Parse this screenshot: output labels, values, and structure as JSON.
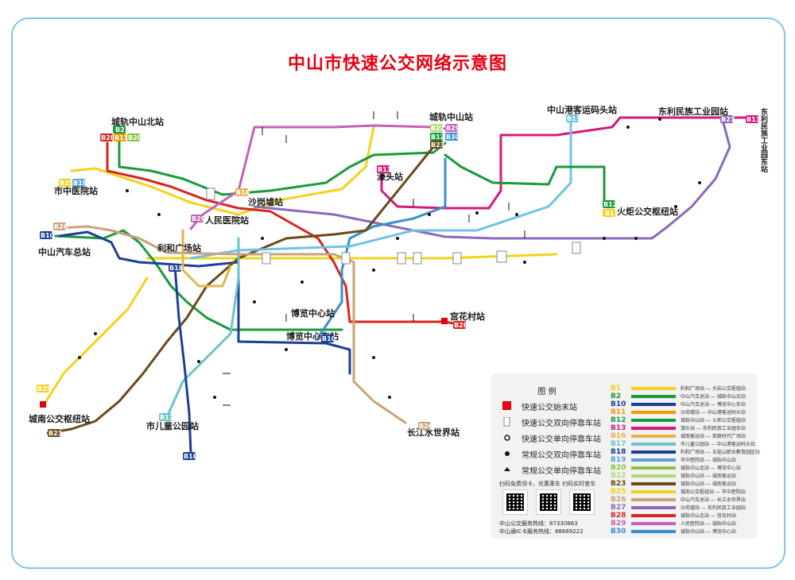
{
  "title": "中山市快速公交网络示意图",
  "colors": {
    "title": "#e60012",
    "border": "#7ec6e6"
  },
  "stations": [
    {
      "id": "s1",
      "label": "城轨中山北站"
    },
    {
      "id": "s2",
      "label": "市中医院站"
    },
    {
      "id": "s3",
      "label": "中山汽车总站"
    },
    {
      "id": "s4",
      "label": "利和广场站"
    },
    {
      "id": "s5",
      "label": "人民医院站"
    },
    {
      "id": "s6",
      "label": "沙岗墟站"
    },
    {
      "id": "s7",
      "label": "濠头站"
    },
    {
      "id": "s8",
      "label": "城轨中山站"
    },
    {
      "id": "s9",
      "label": "博览中心站"
    },
    {
      "id": "s10",
      "label": "博览中心东站"
    },
    {
      "id": "s11",
      "label": "宫花村站"
    },
    {
      "id": "s12",
      "label": "长江水世界站"
    },
    {
      "id": "s13",
      "label": "市儿童公园站"
    },
    {
      "id": "s14",
      "label": "城南公交枢纽站"
    },
    {
      "id": "s15",
      "label": "中山港客运码头站"
    },
    {
      "id": "s16",
      "label": "东利民族工业园站"
    },
    {
      "id": "s17",
      "label": "东利民族工业园东站"
    },
    {
      "id": "s18",
      "label": "火炬公交枢纽站"
    }
  ],
  "badges": [
    {
      "id": "b1",
      "code": "B2",
      "color": "#1a9a3a"
    },
    {
      "id": "b2",
      "code": "B28",
      "color": "#d7261f"
    },
    {
      "id": "b3",
      "code": "B11",
      "color": "#f39800"
    },
    {
      "id": "b4",
      "code": "B20",
      "color": "#8ac33b"
    },
    {
      "id": "b5",
      "code": "B25",
      "color": "#f2d21b"
    },
    {
      "id": "b6",
      "code": "B19",
      "color": "#5aa0d8"
    },
    {
      "id": "b7",
      "code": "B26",
      "color": "#c9a27a"
    },
    {
      "id": "b8",
      "code": "B10",
      "color": "#1c3f95"
    },
    {
      "id": "b9",
      "code": "B18",
      "color": "#1c3f95"
    },
    {
      "id": "b10",
      "code": "B29",
      "color": "#c362b9"
    },
    {
      "id": "b11",
      "code": "B16",
      "color": "#e2b54a"
    },
    {
      "id": "b12",
      "code": "B13",
      "color": "#d6197c"
    },
    {
      "id": "b13",
      "code": "B23",
      "color": "#6b4a1a"
    },
    {
      "id": "b14",
      "code": "B30",
      "color": "#3a8dcf"
    },
    {
      "id": "b15",
      "code": "B12",
      "color": "#1a9a3a"
    },
    {
      "id": "b16",
      "code": "B29",
      "color": "#c362b9"
    },
    {
      "id": "b17",
      "code": "B22",
      "color": "#b3d87a"
    },
    {
      "id": "b18",
      "code": "B10",
      "color": "#1c3f95"
    },
    {
      "id": "b19",
      "code": "B28",
      "color": "#d7261f"
    },
    {
      "id": "b20",
      "code": "B26",
      "color": "#c9a27a"
    },
    {
      "id": "b21",
      "code": "B17",
      "color": "#6cc3c9"
    },
    {
      "id": "b22",
      "code": "B18",
      "color": "#1c3f95"
    },
    {
      "id": "b23",
      "code": "B25",
      "color": "#f2d21b"
    },
    {
      "id": "b24",
      "code": "B23",
      "color": "#6b4a1a"
    },
    {
      "id": "b25",
      "code": "B11",
      "color": "#6cc3e6"
    },
    {
      "id": "b26",
      "code": "B27",
      "color": "#8a6ab8"
    },
    {
      "id": "b27",
      "code": "B13",
      "color": "#d6197c"
    },
    {
      "id": "b28",
      "code": "B12",
      "color": "#1a9a3a"
    },
    {
      "id": "b29",
      "code": "B1",
      "color": "#f2d21b"
    }
  ],
  "legend": {
    "heading": "图 例",
    "symbols": [
      {
        "label": "快速公交始末站"
      },
      {
        "label": "快速公交双向停靠车站"
      },
      {
        "label": "快速公交单向停靠车站"
      },
      {
        "label": "常规公交双向停靠车站"
      },
      {
        "label": "常规公交单向停靠车站"
      }
    ],
    "lines": [
      {
        "code": "B1",
        "color": "#f2d21b",
        "route": "利和广场站 — 大岩公交枢纽站"
      },
      {
        "code": "B2",
        "color": "#1a9a3a",
        "route": "中山汽车总站 — 城轨中山北站"
      },
      {
        "code": "B10",
        "color": "#1c3f95",
        "route": "中山汽车总站 — 博览中心东站"
      },
      {
        "code": "B11",
        "color": "#f39800",
        "route": "沙岗墟站 — 中山港客运码头站"
      },
      {
        "code": "B12",
        "color": "#1a9a3a",
        "route": "城轨中山站 — 火炬公交枢纽站"
      },
      {
        "code": "B13",
        "color": "#d6197c",
        "route": "濠头站 — 东利民族工业园东站"
      },
      {
        "code": "B16",
        "color": "#e2b54a",
        "route": "城南客运站 — 英联时代广场站"
      },
      {
        "code": "B17",
        "color": "#6cc3c9",
        "route": "市儿童公园站 — 中山港客运码头站"
      },
      {
        "code": "B18",
        "color": "#1c3f95",
        "route": "利和广场站 — 五桂山职业教育园区站"
      },
      {
        "code": "B19",
        "color": "#5aa0d8",
        "route": "市中医院站 — 城轨中山站"
      },
      {
        "code": "B20",
        "color": "#8ac33b",
        "route": "城轨中山北站 — 博览中心站"
      },
      {
        "code": "B22",
        "color": "#b3d87a",
        "route": "城轨中山站 — 城南客运站"
      },
      {
        "code": "B23",
        "color": "#6b4a1a",
        "route": "城轨中山站 — 城南客运站"
      },
      {
        "code": "B25",
        "color": "#f2d21b",
        "route": "城南公交枢纽站 — 市中医院站"
      },
      {
        "code": "B26",
        "color": "#c9a27a",
        "route": "中山汽车总站 — 长江水世界站"
      },
      {
        "code": "B27",
        "color": "#8a6ab8",
        "route": "沙岗墟站 — 东利民族工业园站"
      },
      {
        "code": "B28",
        "color": "#d7261f",
        "route": "城轨中山北站 — 宫花村站"
      },
      {
        "code": "B29",
        "color": "#c362b9",
        "route": "人民医院站 — 城轨中山站"
      },
      {
        "code": "B30",
        "color": "#3a8dcf",
        "route": "城轨中山站 — 博览中心站"
      }
    ],
    "qr_note": "扫码免费领卡，优惠乘车    扫码实时查车",
    "hotline1": "中山公交服务热线：87330663",
    "hotline2": "中山通IC卡服务热线：88669222"
  }
}
